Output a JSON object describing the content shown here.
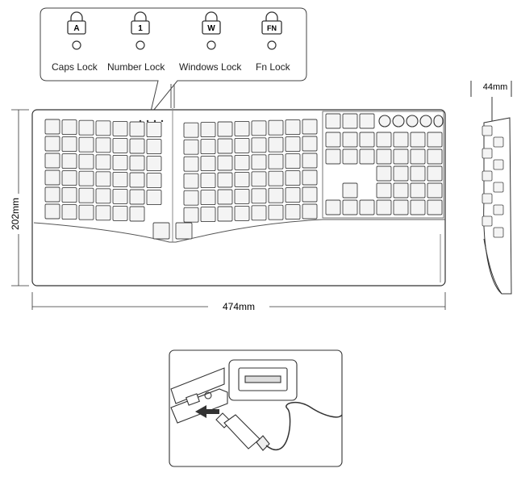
{
  "indicators": [
    {
      "key": "A",
      "label": "Caps Lock",
      "icon": "caps-lock-icon"
    },
    {
      "key": "1",
      "label": "Number Lock",
      "icon": "number-lock-icon"
    },
    {
      "key": "W",
      "label": "Windows Lock",
      "icon": "windows-lock-icon"
    },
    {
      "key": "FN",
      "label": "Fn Lock",
      "icon": "fn-lock-icon"
    }
  ],
  "dimensions": {
    "height": "202mm",
    "width": "474mm",
    "depth": "44mm"
  },
  "colors": {
    "line": "#333333",
    "fill": "#ffffff",
    "key_fill": "#f4f4f4"
  }
}
